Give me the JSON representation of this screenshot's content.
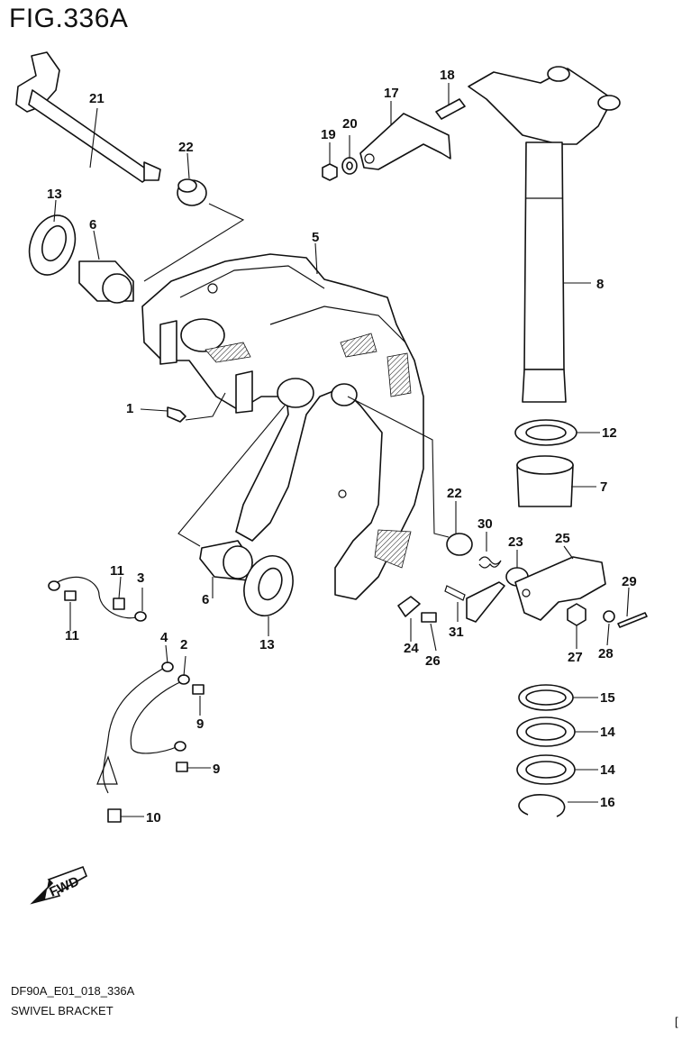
{
  "figure": {
    "title": "FIG.336A",
    "code": "DF90A_E01_018_336A",
    "caption": "SWIVEL BRACKET",
    "corner_mark": "["
  },
  "fwd_arrow": {
    "label": "FWD",
    "icon": "fwd-arrow-icon"
  },
  "callouts": [
    {
      "id": "c21",
      "label": "21"
    },
    {
      "id": "c22a",
      "label": "22"
    },
    {
      "id": "c13a",
      "label": "13"
    },
    {
      "id": "c6a",
      "label": "6"
    },
    {
      "id": "c5",
      "label": "5"
    },
    {
      "id": "c1",
      "label": "1"
    },
    {
      "id": "c17",
      "label": "17"
    },
    {
      "id": "c18",
      "label": "18"
    },
    {
      "id": "c19",
      "label": "19"
    },
    {
      "id": "c20",
      "label": "20"
    },
    {
      "id": "c8",
      "label": "8"
    },
    {
      "id": "c12",
      "label": "12"
    },
    {
      "id": "c7",
      "label": "7"
    },
    {
      "id": "c22b",
      "label": "22"
    },
    {
      "id": "c30",
      "label": "30"
    },
    {
      "id": "c23",
      "label": "23"
    },
    {
      "id": "c25",
      "label": "25"
    },
    {
      "id": "c29",
      "label": "29"
    },
    {
      "id": "c6b",
      "label": "6"
    },
    {
      "id": "c13b",
      "label": "13"
    },
    {
      "id": "c11a",
      "label": "11"
    },
    {
      "id": "c3",
      "label": "3"
    },
    {
      "id": "c11b",
      "label": "11"
    },
    {
      "id": "c24",
      "label": "24"
    },
    {
      "id": "c26",
      "label": "26"
    },
    {
      "id": "c31",
      "label": "31"
    },
    {
      "id": "c27",
      "label": "27"
    },
    {
      "id": "c28",
      "label": "28"
    },
    {
      "id": "c4",
      "label": "4"
    },
    {
      "id": "c2",
      "label": "2"
    },
    {
      "id": "c9a",
      "label": "9"
    },
    {
      "id": "c9b",
      "label": "9"
    },
    {
      "id": "c10",
      "label": "10"
    },
    {
      "id": "c15",
      "label": "15"
    },
    {
      "id": "c14a",
      "label": "14"
    },
    {
      "id": "c14b",
      "label": "14"
    },
    {
      "id": "c16",
      "label": "16"
    }
  ]
}
